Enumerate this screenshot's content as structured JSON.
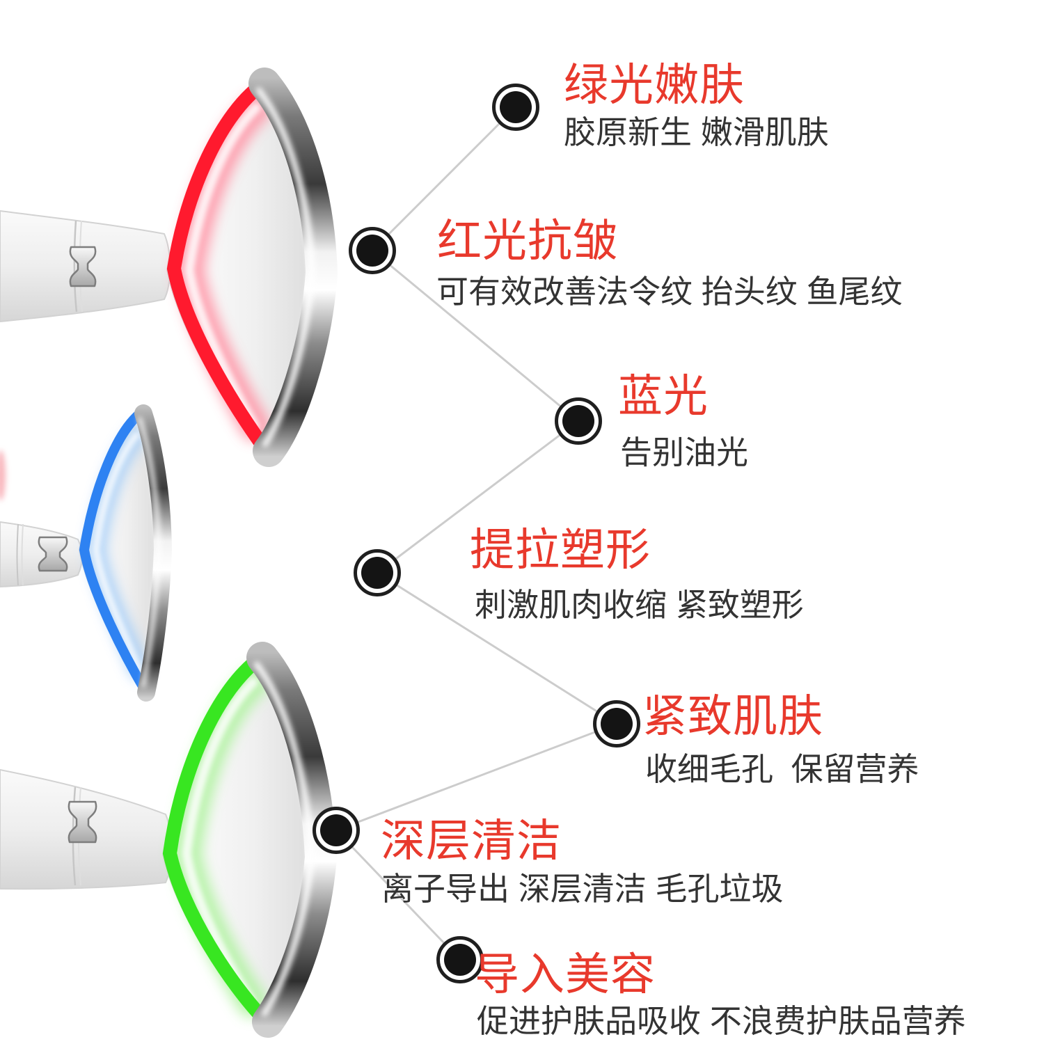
{
  "style": {
    "background": "#ffffff",
    "title_color": "#e8392c",
    "subtitle_color": "#333333",
    "bullet_color": "#141414",
    "connector_color": "#cccccc"
  },
  "features": [
    {
      "title": "绿光嫩肤",
      "subtitle": "胶原新生 嫩滑肌肤"
    },
    {
      "title": "红光抗皱",
      "subtitle": "可有效改善法令纹 抬头纹 鱼尾纹"
    },
    {
      "title": "蓝光",
      "subtitle": "告别油光"
    },
    {
      "title": "提拉塑形",
      "subtitle": "刺激肌肉收缩 紧致塑形"
    },
    {
      "title": "紧致肌肤",
      "subtitle": "收细毛孔  保留营养"
    },
    {
      "title": "深层清洁",
      "subtitle": "离子导出 深层清洁 毛孔垃圾"
    },
    {
      "title": "导入美容",
      "subtitle": "促进护肤品吸收 不浪费护肤品营养"
    }
  ],
  "devices": [
    {
      "name": "red-led-device",
      "led_color": "#ff1a2e",
      "glow_color": "#ff93a4"
    },
    {
      "name": "blue-led-device",
      "led_color": "#2e82f2",
      "glow_color": "#9cc9f7"
    },
    {
      "name": "green-led-device",
      "led_color": "#38e621",
      "glow_color": "#aef29e"
    }
  ]
}
